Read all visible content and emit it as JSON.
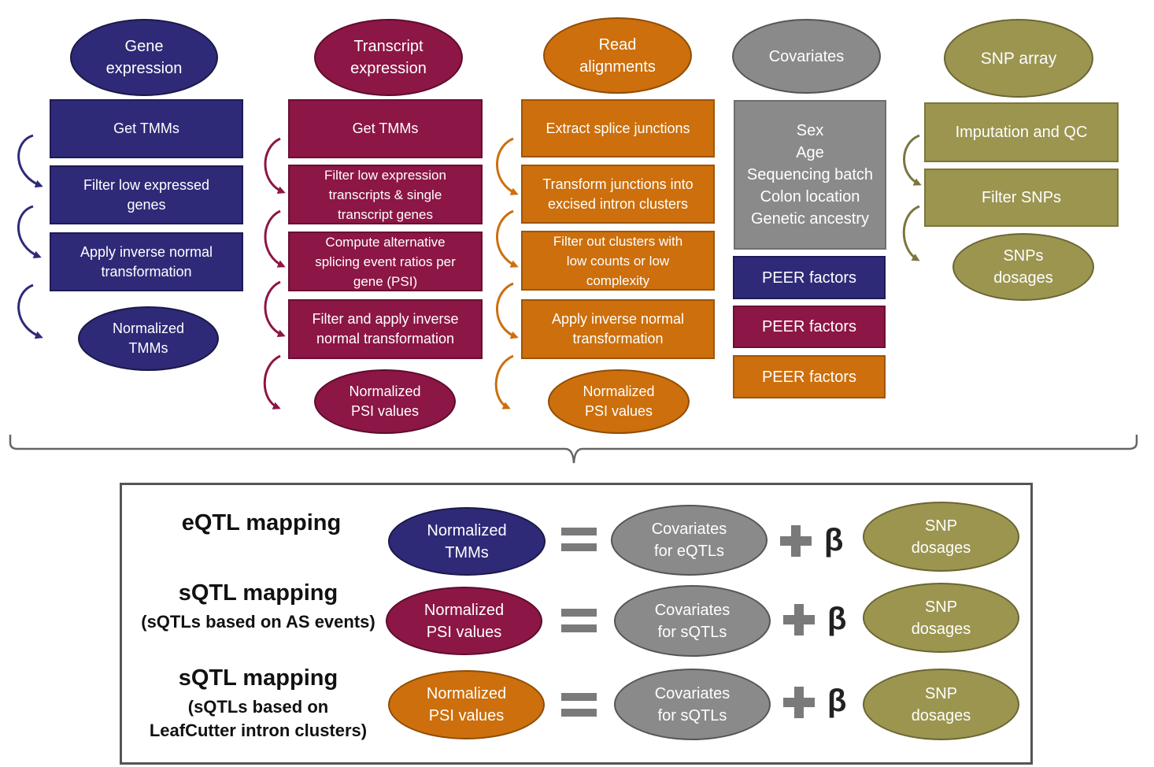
{
  "columns": {
    "gene": {
      "header": "Gene\nexpression",
      "steps": [
        "Get TMMs",
        "Filter low expressed\ngenes",
        "Apply inverse normal\ntransformation"
      ],
      "output": "Normalized\nTMMs"
    },
    "transcript": {
      "header": "Transcript\nexpression",
      "steps": [
        "Get TMMs",
        "Filter low expression\ntranscripts & single\ntranscript genes",
        "Compute alternative\nsplicing event ratios per\ngene (PSI)",
        "Filter and apply inverse\nnormal transformation"
      ],
      "output": "Normalized\nPSI values"
    },
    "reads": {
      "header": "Read\nalignments",
      "steps": [
        "Extract splice junctions",
        "Transform junctions into\nexcised intron clusters",
        "Filter out clusters with\nlow counts or low\ncomplexity",
        "Apply inverse normal\ntransformation"
      ],
      "output": "Normalized\nPSI values"
    },
    "covariates": {
      "header": "Covariates",
      "list": "Sex\nAge\nSequencing batch\nColon location\nGenetic ancestry",
      "peer": [
        "PEER factors",
        "PEER factors",
        "PEER factors"
      ]
    },
    "snp": {
      "header": "SNP array",
      "steps": [
        "Imputation and QC",
        "Filter SNPs"
      ],
      "output": "SNPs\ndosages"
    }
  },
  "mapping": [
    {
      "label": "eQTL mapping",
      "sublabel": "",
      "response": "Normalized\nTMMs",
      "covariates": "Covariates\nfor eQTLs",
      "beta": "β",
      "snp": "SNP\ndosages"
    },
    {
      "label": "sQTL mapping",
      "sublabel": "(sQTLs based on AS events)",
      "response": "Normalized\nPSI values",
      "covariates": "Covariates\nfor sQTLs",
      "beta": "β",
      "snp": "SNP\ndosages"
    },
    {
      "label": "sQTL mapping",
      "sublabel": "(sQTLs based on\nLeafCutter intron clusters)",
      "response": "Normalized\nPSI values",
      "covariates": "Covariates\nfor sQTLs",
      "beta": "β",
      "snp": "SNP\ndosages"
    }
  ],
  "colors": {
    "navy": "#2e2a78",
    "maroon": "#8c1645",
    "orange": "#cc6f0c",
    "gray": "#8a8a8a",
    "olive": "#9b9550"
  }
}
